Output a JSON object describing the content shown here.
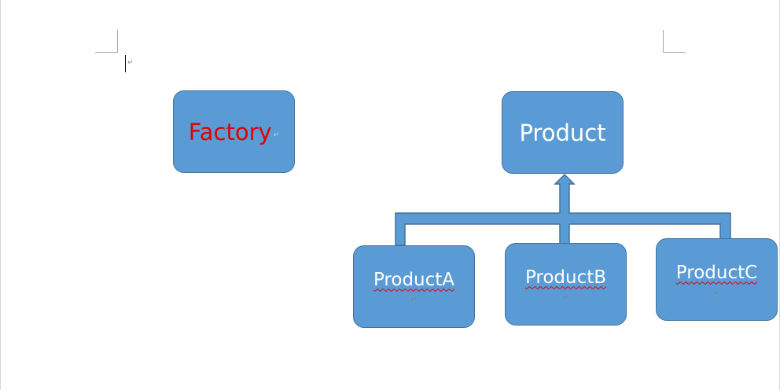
{
  "diagram": {
    "factory": {
      "label": "Factory",
      "label_color": "#e00000"
    },
    "product": {
      "label": "Product"
    },
    "subclasses": [
      {
        "label": "ProductA"
      },
      {
        "label": "ProductB"
      },
      {
        "label": "ProductC"
      }
    ],
    "colors": {
      "box_fill": "#5b9bd5",
      "box_border": "#41719c",
      "label_text": "#ffffff",
      "spellcheck_underline": "#e00000"
    }
  },
  "document": {
    "paragraph_mark": "↵"
  }
}
